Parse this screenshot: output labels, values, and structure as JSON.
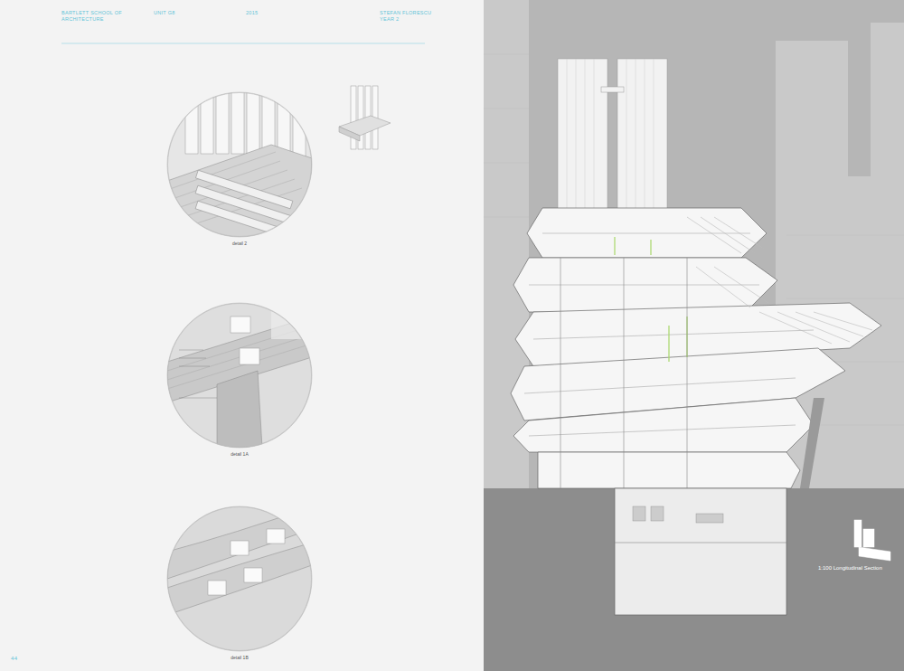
{
  "diagram": {
    "caption": "1:100 Longitudinal Section",
    "nodes": [
      {
        "text": [
          "detail 2"
        ]
      },
      {
        "text": [
          "detail 1A"
        ]
      },
      {
        "text": [
          "detail 1B"
        ]
      }
    ],
    "labels": [
      "BARTLETT SCHOOL OF ARCHITECTURE",
      "UNIT G8",
      "2015",
      "STEFAN FLORESCU",
      "YEAR 2",
      "44"
    ]
  }
}
